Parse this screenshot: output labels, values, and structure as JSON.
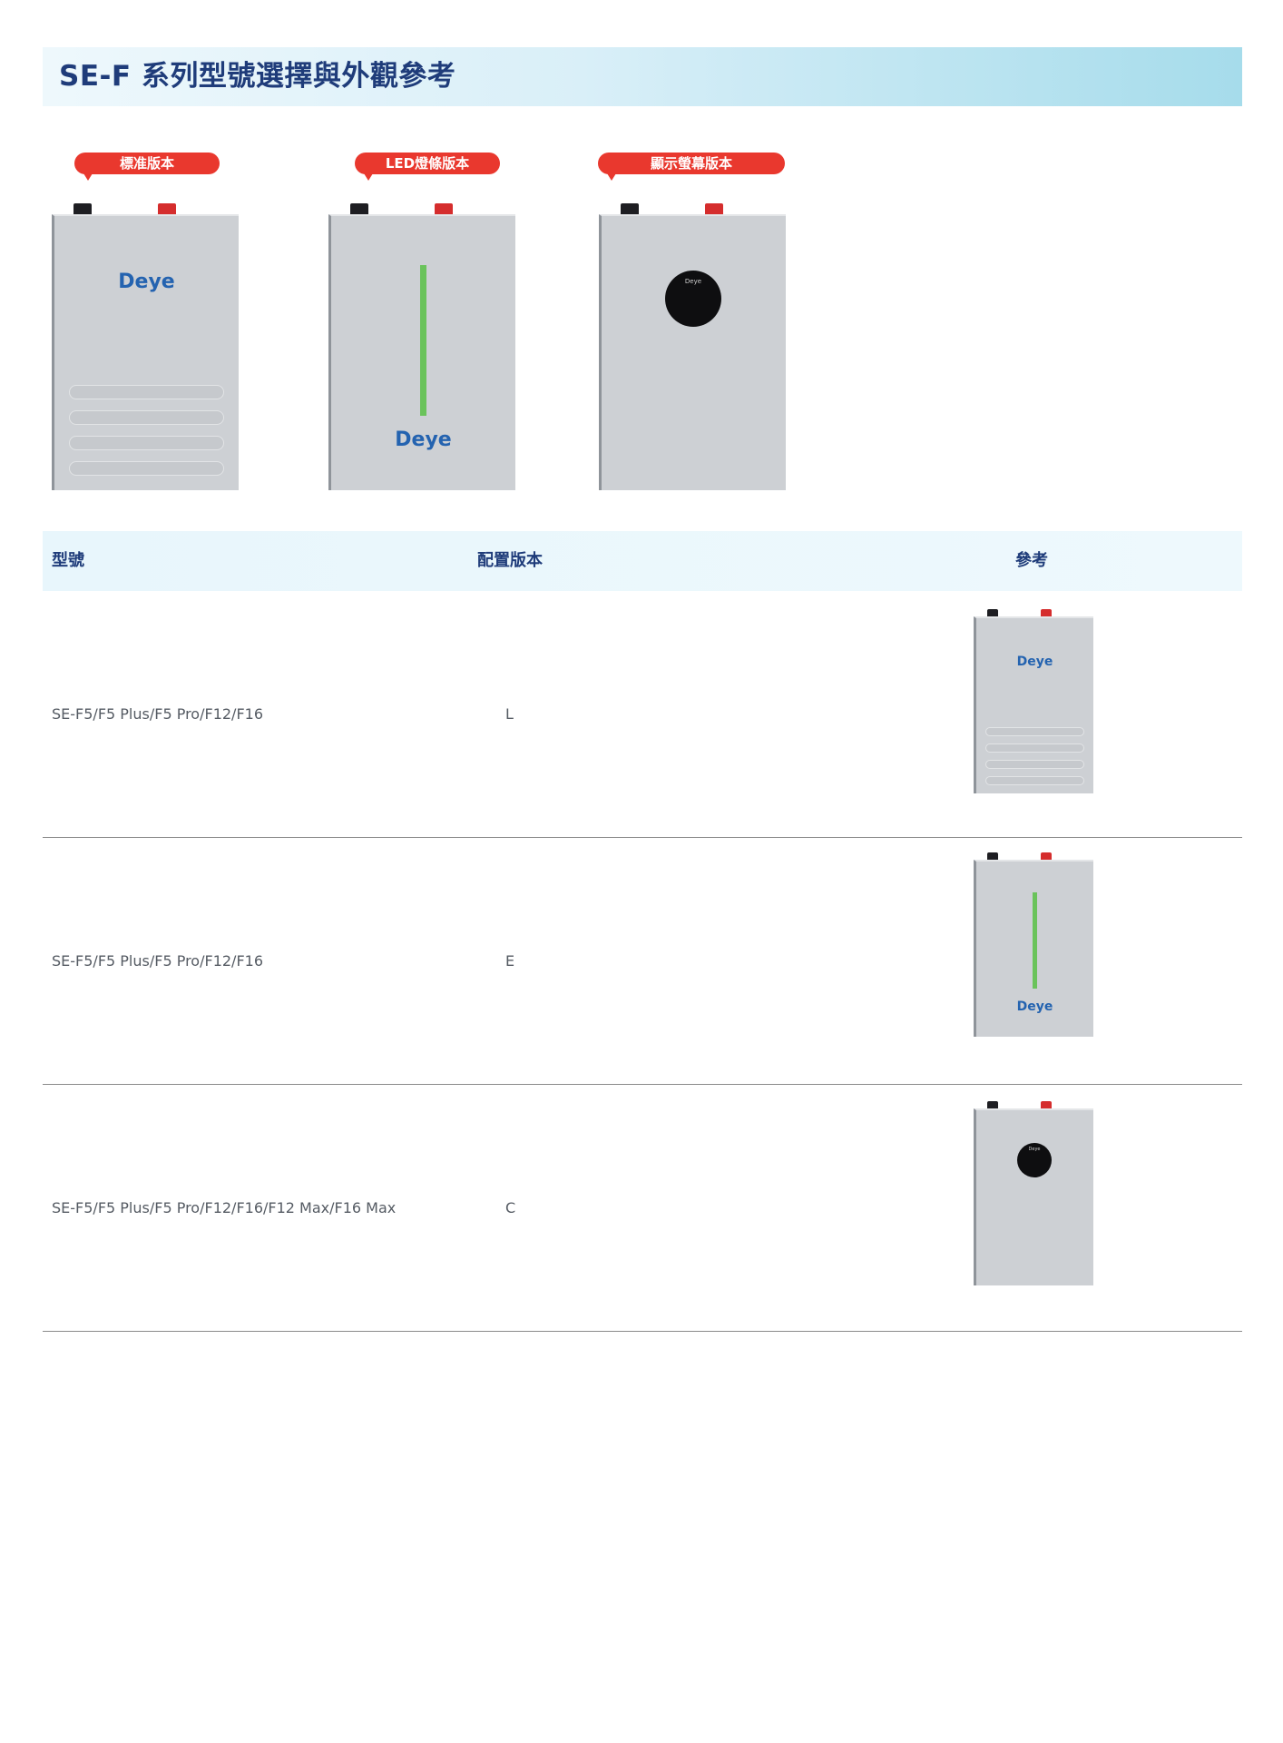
{
  "header": {
    "title": "SE-F 系列型號選擇與外觀參考"
  },
  "variants": [
    {
      "label": "標准版本",
      "logo": "Deye"
    },
    {
      "label": "LED燈條版本",
      "logo": "Deye"
    },
    {
      "label": "顯示螢幕版本",
      "display_text": "Deye"
    }
  ],
  "table": {
    "headers": {
      "model": "型號",
      "config": "配置版本",
      "ref": "參考"
    },
    "rows": [
      {
        "model": "SE-F5/F5 Plus/F5 Pro/F12/F16",
        "config": "L",
        "logo": "Deye"
      },
      {
        "model": "SE-F5/F5 Plus/F5 Pro/F12/F16",
        "config": "E",
        "logo": "Deye"
      },
      {
        "model": "SE-F5/F5 Plus/F5 Pro/F12/F16/F12 Max/F16 Max",
        "config": "C",
        "display_text": "Deye"
      }
    ]
  },
  "colors": {
    "accent_red": "#e9382e",
    "title_blue": "#1f3c7a",
    "logo_blue": "#2463b0",
    "led_green": "#6ac35b",
    "battery_grey": "#cdd0d4"
  }
}
